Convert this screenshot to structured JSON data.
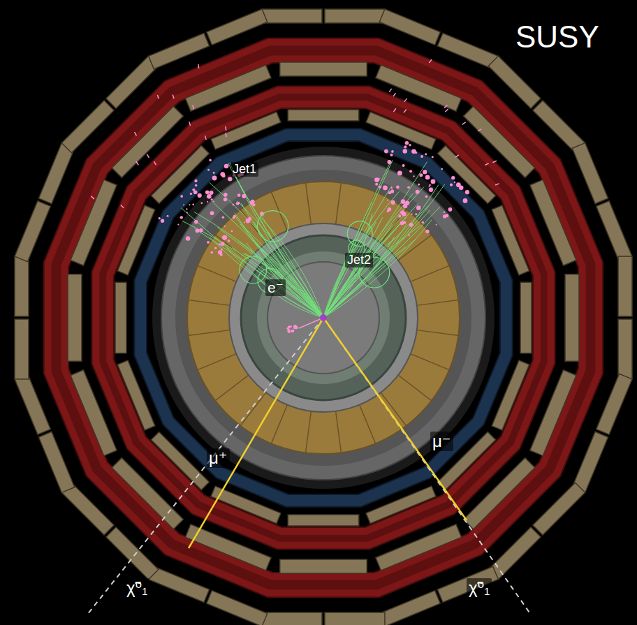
{
  "diagram": {
    "title": "SUSY",
    "labels": [
      "Jet1",
      "Jet2",
      "e⁻",
      "μ⁺",
      "μ⁻",
      "χ̃⁰₁",
      "χ̃⁰₁"
    ]
  }
}
